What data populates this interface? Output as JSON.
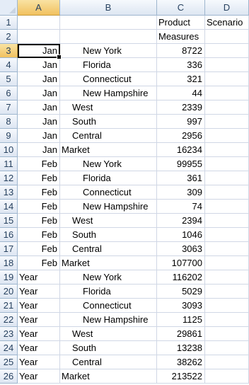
{
  "columns": [
    "A",
    "B",
    "C",
    "D"
  ],
  "header_rows": [
    {
      "row": "1",
      "a": "",
      "b": "",
      "c": "Product",
      "d": "Scenario"
    },
    {
      "row": "2",
      "a": "",
      "b": "",
      "c": "Measures",
      "d": ""
    }
  ],
  "rows": [
    {
      "row": "3",
      "period": "Jan",
      "region": "New York",
      "level": 2,
      "value": "8722"
    },
    {
      "row": "4",
      "period": "Jan",
      "region": "Florida",
      "level": 2,
      "value": "336"
    },
    {
      "row": "5",
      "period": "Jan",
      "region": "Connecticut",
      "level": 2,
      "value": "321"
    },
    {
      "row": "6",
      "period": "Jan",
      "region": "New Hampshire",
      "level": 2,
      "value": "44"
    },
    {
      "row": "7",
      "period": "Jan",
      "region": "West",
      "level": 1,
      "value": "2339"
    },
    {
      "row": "8",
      "period": "Jan",
      "region": "South",
      "level": 1,
      "value": "997"
    },
    {
      "row": "9",
      "period": "Jan",
      "region": "Central",
      "level": 1,
      "value": "2956"
    },
    {
      "row": "10",
      "period": "Jan",
      "region": "Market",
      "level": 0,
      "value": "16234"
    },
    {
      "row": "11",
      "period": "Feb",
      "region": "New York",
      "level": 2,
      "value": "99955"
    },
    {
      "row": "12",
      "period": "Feb",
      "region": "Florida",
      "level": 2,
      "value": "361"
    },
    {
      "row": "13",
      "period": "Feb",
      "region": "Connecticut",
      "level": 2,
      "value": "309"
    },
    {
      "row": "14",
      "period": "Feb",
      "region": "New Hampshire",
      "level": 2,
      "value": "74"
    },
    {
      "row": "15",
      "period": "Feb",
      "region": "West",
      "level": 1,
      "value": "2394"
    },
    {
      "row": "16",
      "period": "Feb",
      "region": "South",
      "level": 1,
      "value": "1046"
    },
    {
      "row": "17",
      "period": "Feb",
      "region": "Central",
      "level": 1,
      "value": "3063"
    },
    {
      "row": "18",
      "period": "Feb",
      "region": "Market",
      "level": 0,
      "value": "107700"
    },
    {
      "row": "19",
      "period": "Year",
      "region": "New York",
      "level": 2,
      "value": "116202"
    },
    {
      "row": "20",
      "period": "Year",
      "region": "Florida",
      "level": 2,
      "value": "5029"
    },
    {
      "row": "21",
      "period": "Year",
      "region": "Connecticut",
      "level": 2,
      "value": "3093"
    },
    {
      "row": "22",
      "period": "Year",
      "region": "New Hampshire",
      "level": 2,
      "value": "1125"
    },
    {
      "row": "23",
      "period": "Year",
      "region": "West",
      "level": 1,
      "value": "29861"
    },
    {
      "row": "24",
      "period": "Year",
      "region": "South",
      "level": 1,
      "value": "13238"
    },
    {
      "row": "25",
      "period": "Year",
      "region": "Central",
      "level": 1,
      "value": "38262"
    },
    {
      "row": "26",
      "period": "Year",
      "region": "Market",
      "level": 0,
      "value": "213522"
    }
  ],
  "active_cell": "A3",
  "colors": {
    "header_selected": "#f1c15f",
    "gridline": "#d0d7e5",
    "header_border": "#9eb6ce"
  }
}
